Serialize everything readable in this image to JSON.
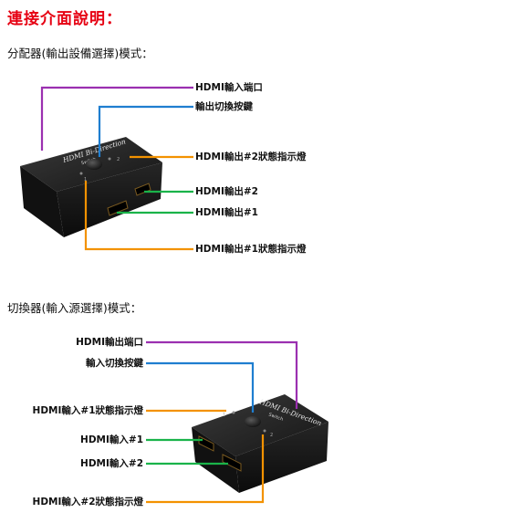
{
  "title": "連接介面說明：",
  "colors": {
    "title_red": "#e60012",
    "purple": "#9b30b0",
    "blue": "#1f7ed0",
    "orange": "#f39200",
    "green": "#1ab34a"
  },
  "device_text": {
    "brand": "HDMI Bi-Direction",
    "sub": "Switch",
    "port1": "1",
    "port2": "2"
  },
  "sections": [
    {
      "heading": "分配器(輸出設備選擇)模式：",
      "labels": [
        {
          "text": "HDMI輸入端口",
          "color": "purple"
        },
        {
          "text": "輸出切換按鍵",
          "color": "blue"
        },
        {
          "text": "HDMI輸出#2狀態指示燈",
          "color": "orange"
        },
        {
          "text": "HDMI輸出#2",
          "color": "green"
        },
        {
          "text": "HDMI輸出#1",
          "color": "green"
        },
        {
          "text": "HDMI輸出#1狀態指示燈",
          "color": "orange"
        }
      ]
    },
    {
      "heading": "切換器(輸入源選擇)模式：",
      "labels": [
        {
          "text": "HDMI輸出端口",
          "color": "purple"
        },
        {
          "text": "輸入切換按鍵",
          "color": "blue"
        },
        {
          "text": "HDMI輸入#1狀態指示燈",
          "color": "orange"
        },
        {
          "text": "HDMI輸入#1",
          "color": "green"
        },
        {
          "text": "HDMI輸入#2",
          "color": "green"
        },
        {
          "text": "HDMI輸入#2狀態指示燈",
          "color": "orange"
        }
      ]
    }
  ]
}
